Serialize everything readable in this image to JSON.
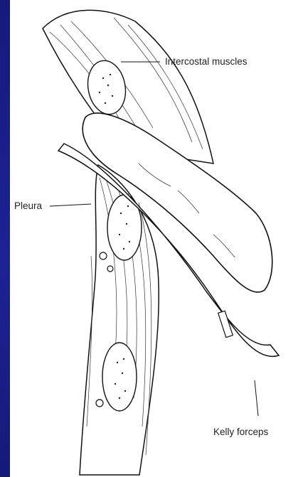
{
  "labels": {
    "intercostal": "Intercostal muscles",
    "pleura": "Pleura",
    "kelly": "Kelly forceps"
  }
}
